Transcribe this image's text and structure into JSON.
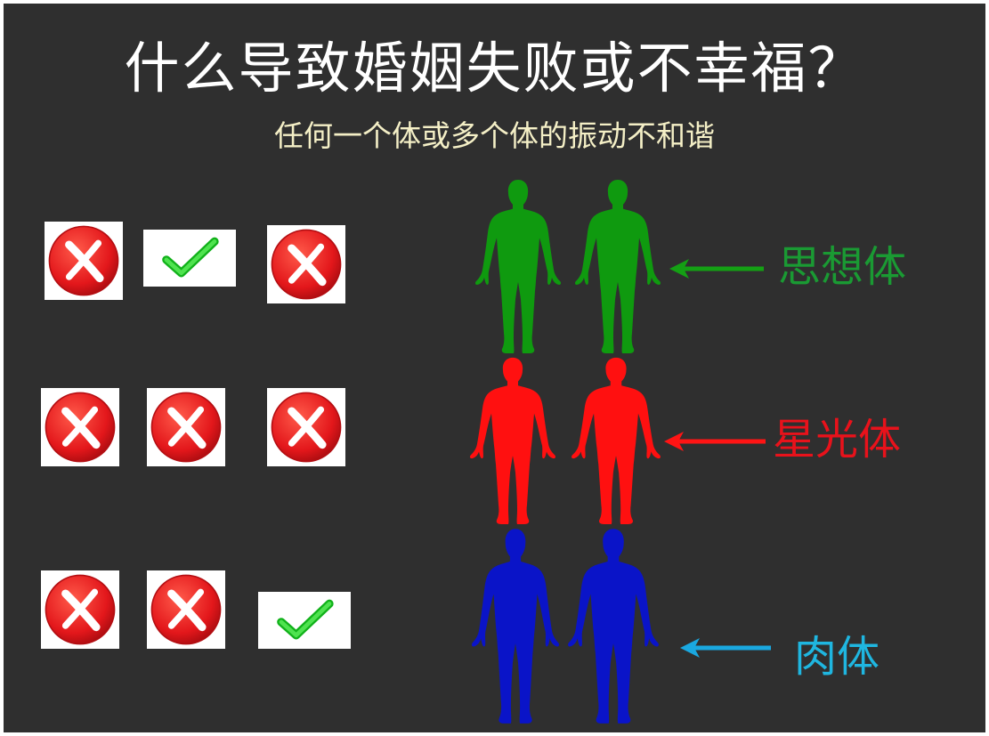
{
  "slide": {
    "title": "什么导致婚姻失败或不幸福？",
    "subtitle": "任何一个体或多个体的振动不和谐"
  },
  "rows": [
    {
      "name": "mental",
      "label": "思想体",
      "label_color": "#1a9a33",
      "figure_color": "#0f9a0f",
      "arrow_color": "#14a014",
      "marks": [
        "cross",
        "check",
        "cross"
      ]
    },
    {
      "name": "astral",
      "label": "星光体",
      "label_color": "#e8121b",
      "figure_color": "#ff1010",
      "arrow_color": "#ff1414",
      "marks": [
        "cross",
        "cross",
        "cross"
      ]
    },
    {
      "name": "physical",
      "label": "肉体",
      "label_color": "#1fb6e0",
      "figure_color": "#0a14c8",
      "arrow_color": "#1aa8e0",
      "marks": [
        "cross",
        "cross",
        "check"
      ]
    }
  ],
  "icons": {
    "cross": "red-circle-x-icon",
    "check": "green-checkmark-icon"
  }
}
